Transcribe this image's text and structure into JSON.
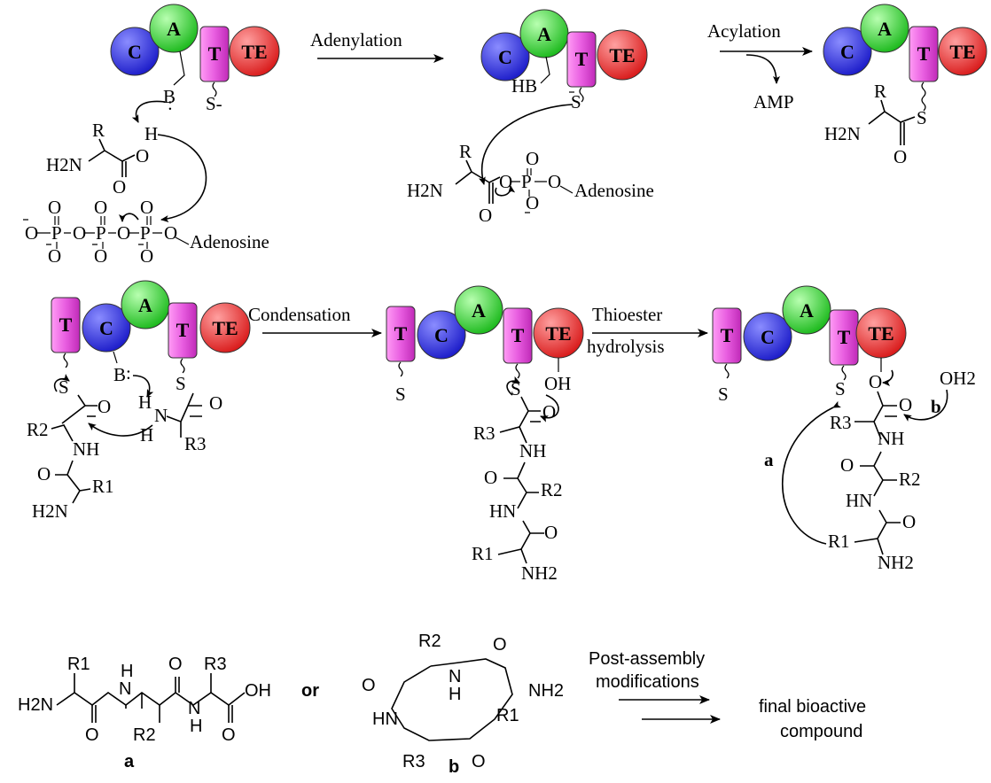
{
  "domains": {
    "C": "C",
    "A": "A",
    "T": "T",
    "TE": "TE"
  },
  "colors": {
    "C": "#1e1ed8",
    "A": "#22c21e",
    "T": "#e23de0",
    "TE": "#e01c1c"
  },
  "steps": {
    "adenylation": "Adenylation",
    "acylation": "Acylation",
    "amp": "AMP",
    "condensation": "Condensation",
    "thioester_line1": "Thioester",
    "thioester_line2": "hydrolysis",
    "post_line1": "Post-assembly",
    "post_line2": "modifications",
    "final_line1": "final bioactive",
    "final_line2": "compound"
  },
  "chem": {
    "B": "B",
    "S_minus": "S-",
    "S": "S",
    "HB": "HB",
    "H": "H",
    "R": "R",
    "H2N": "H2N",
    "NH2": "NH2",
    "O": "O",
    "P": "P",
    "O_minus": "O",
    "adenosine": "Adenosine",
    "NH": "NH",
    "HN": "HN",
    "N": "N",
    "OH": "OH",
    "OH2": "OH2",
    "R1": "R1",
    "R2": "R2",
    "R3": "R3",
    "or": "or",
    "label_a": "a",
    "label_b": "b"
  }
}
